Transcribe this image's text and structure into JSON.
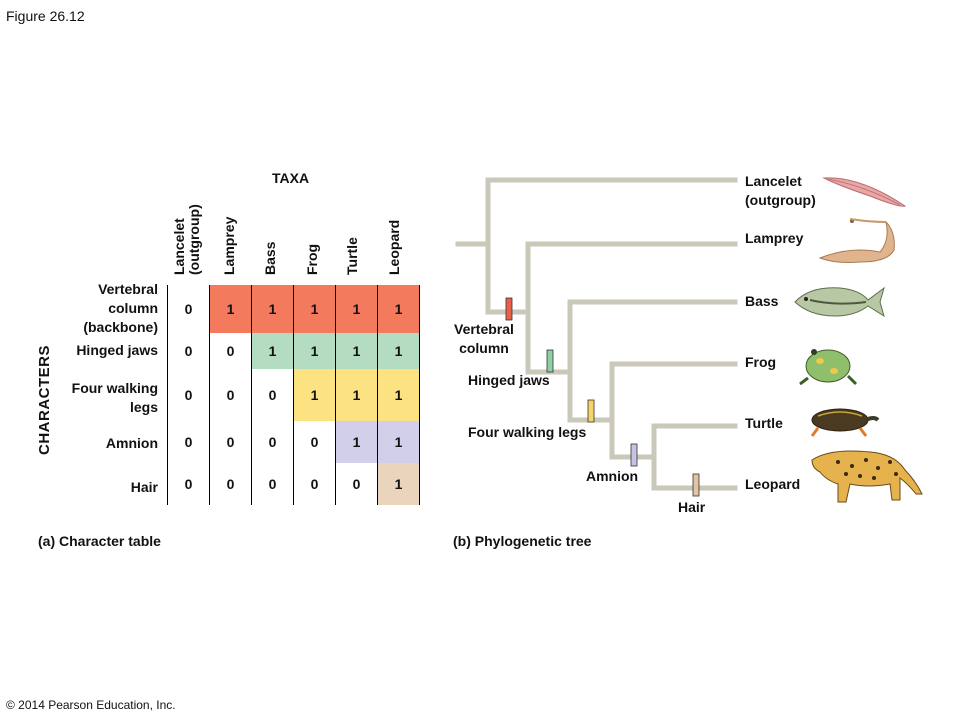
{
  "figure_title": "Figure 26.12",
  "copyright": "© 2014 Pearson Education, Inc.",
  "table": {
    "taxa_title": "TAXA",
    "characters_title": "CHARACTERS",
    "columns": [
      "Lancelet (outgroup)",
      "Lamprey",
      "Bass",
      "Frog",
      "Turtle",
      "Leopard"
    ],
    "column_lines": [
      [
        "Lancelet",
        "(outgroup)"
      ],
      [
        "Lamprey"
      ],
      [
        "Bass"
      ],
      [
        "Frog"
      ],
      [
        "Turtle"
      ],
      [
        "Leopard"
      ]
    ],
    "rows": [
      {
        "label_lines": [
          "Vertebral",
          "column",
          "(backbone)"
        ],
        "values": [
          "0",
          "1",
          "1",
          "1",
          "1",
          "1"
        ]
      },
      {
        "label_lines": [
          "Hinged jaws"
        ],
        "values": [
          "0",
          "0",
          "1",
          "1",
          "1",
          "1"
        ]
      },
      {
        "label_lines": [
          "Four walking",
          "legs"
        ],
        "values": [
          "0",
          "0",
          "0",
          "1",
          "1",
          "1"
        ]
      },
      {
        "label_lines": [
          "Amnion"
        ],
        "values": [
          "0",
          "0",
          "0",
          "0",
          "1",
          "1"
        ]
      },
      {
        "label_lines": [
          "Hair"
        ],
        "values": [
          "0",
          "0",
          "0",
          "0",
          "0",
          "1"
        ]
      }
    ],
    "colors": {
      "vertebral": "#f37a5c",
      "hinged": "#b3dcc1",
      "walking": "#fde282",
      "amnion": "#d2cfea",
      "hair": "#ead4bc",
      "empty": "#ffffff"
    },
    "caption": "(a) Character table"
  },
  "tree": {
    "caption": "(b) Phylogenetic tree",
    "branch_color": "#c9c8b9",
    "taxa": [
      {
        "name_lines": [
          "Lancelet",
          "(outgroup)"
        ],
        "icon": "lancelet-image"
      },
      {
        "name_lines": [
          "Lamprey"
        ],
        "icon": "lamprey-image"
      },
      {
        "name_lines": [
          "Bass"
        ],
        "icon": "bass-image"
      },
      {
        "name_lines": [
          "Frog"
        ],
        "icon": "frog-image"
      },
      {
        "name_lines": [
          "Turtle"
        ],
        "icon": "turtle-image"
      },
      {
        "name_lines": [
          "Leopard"
        ],
        "icon": "leopard-image"
      }
    ],
    "characters": [
      {
        "label_lines": [
          "Vertebral",
          "column"
        ],
        "color": "#e8604a"
      },
      {
        "label_lines": [
          "Hinged jaws"
        ],
        "color": "#8fcfa3"
      },
      {
        "label_lines": [
          "Four walking legs"
        ],
        "color": "#f7d36a"
      },
      {
        "label_lines": [
          "Amnion"
        ],
        "color": "#c5c2e2"
      },
      {
        "label_lines": [
          "Hair"
        ],
        "color": "#e3c3a3"
      }
    ]
  }
}
